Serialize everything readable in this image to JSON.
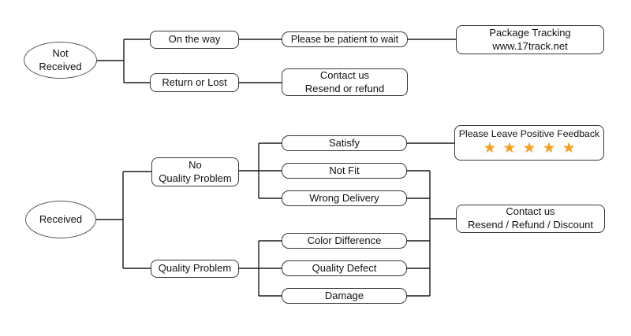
{
  "flowchart": {
    "background_color": "#ffffff",
    "line_color": "#1a1a1a",
    "box_border_color": "#383838",
    "nodes": {
      "not_received": {
        "label": "Not\nReceived"
      },
      "on_the_way": {
        "label": "On the way"
      },
      "return_or_lost": {
        "label": "Return or Lost"
      },
      "be_patient": {
        "label": "Please be patient to wait"
      },
      "package_tracking": {
        "label": "Package Tracking\nwww.17track.net"
      },
      "contact_not_received": {
        "label": "Contact us\nResend or refund"
      },
      "received": {
        "label": "Received"
      },
      "no_quality_problem": {
        "label": "No\nQuality Problem"
      },
      "quality_problem": {
        "label": "Quality Problem"
      },
      "satisfy": {
        "label": "Satisfy"
      },
      "not_fit": {
        "label": "Not Fit"
      },
      "wrong_delivery": {
        "label": "Wrong Delivery"
      },
      "color_difference": {
        "label": "Color Difference"
      },
      "quality_defect": {
        "label": "Quality Defect"
      },
      "damage": {
        "label": "Damage"
      },
      "positive_feedback": {
        "label": "Please Leave Positive Feedback",
        "star_count": 5,
        "star_icon": "★",
        "star_color": "#F7A01E"
      },
      "contact_received": {
        "label": "Contact us\nResend / Refund / Discount"
      }
    }
  }
}
